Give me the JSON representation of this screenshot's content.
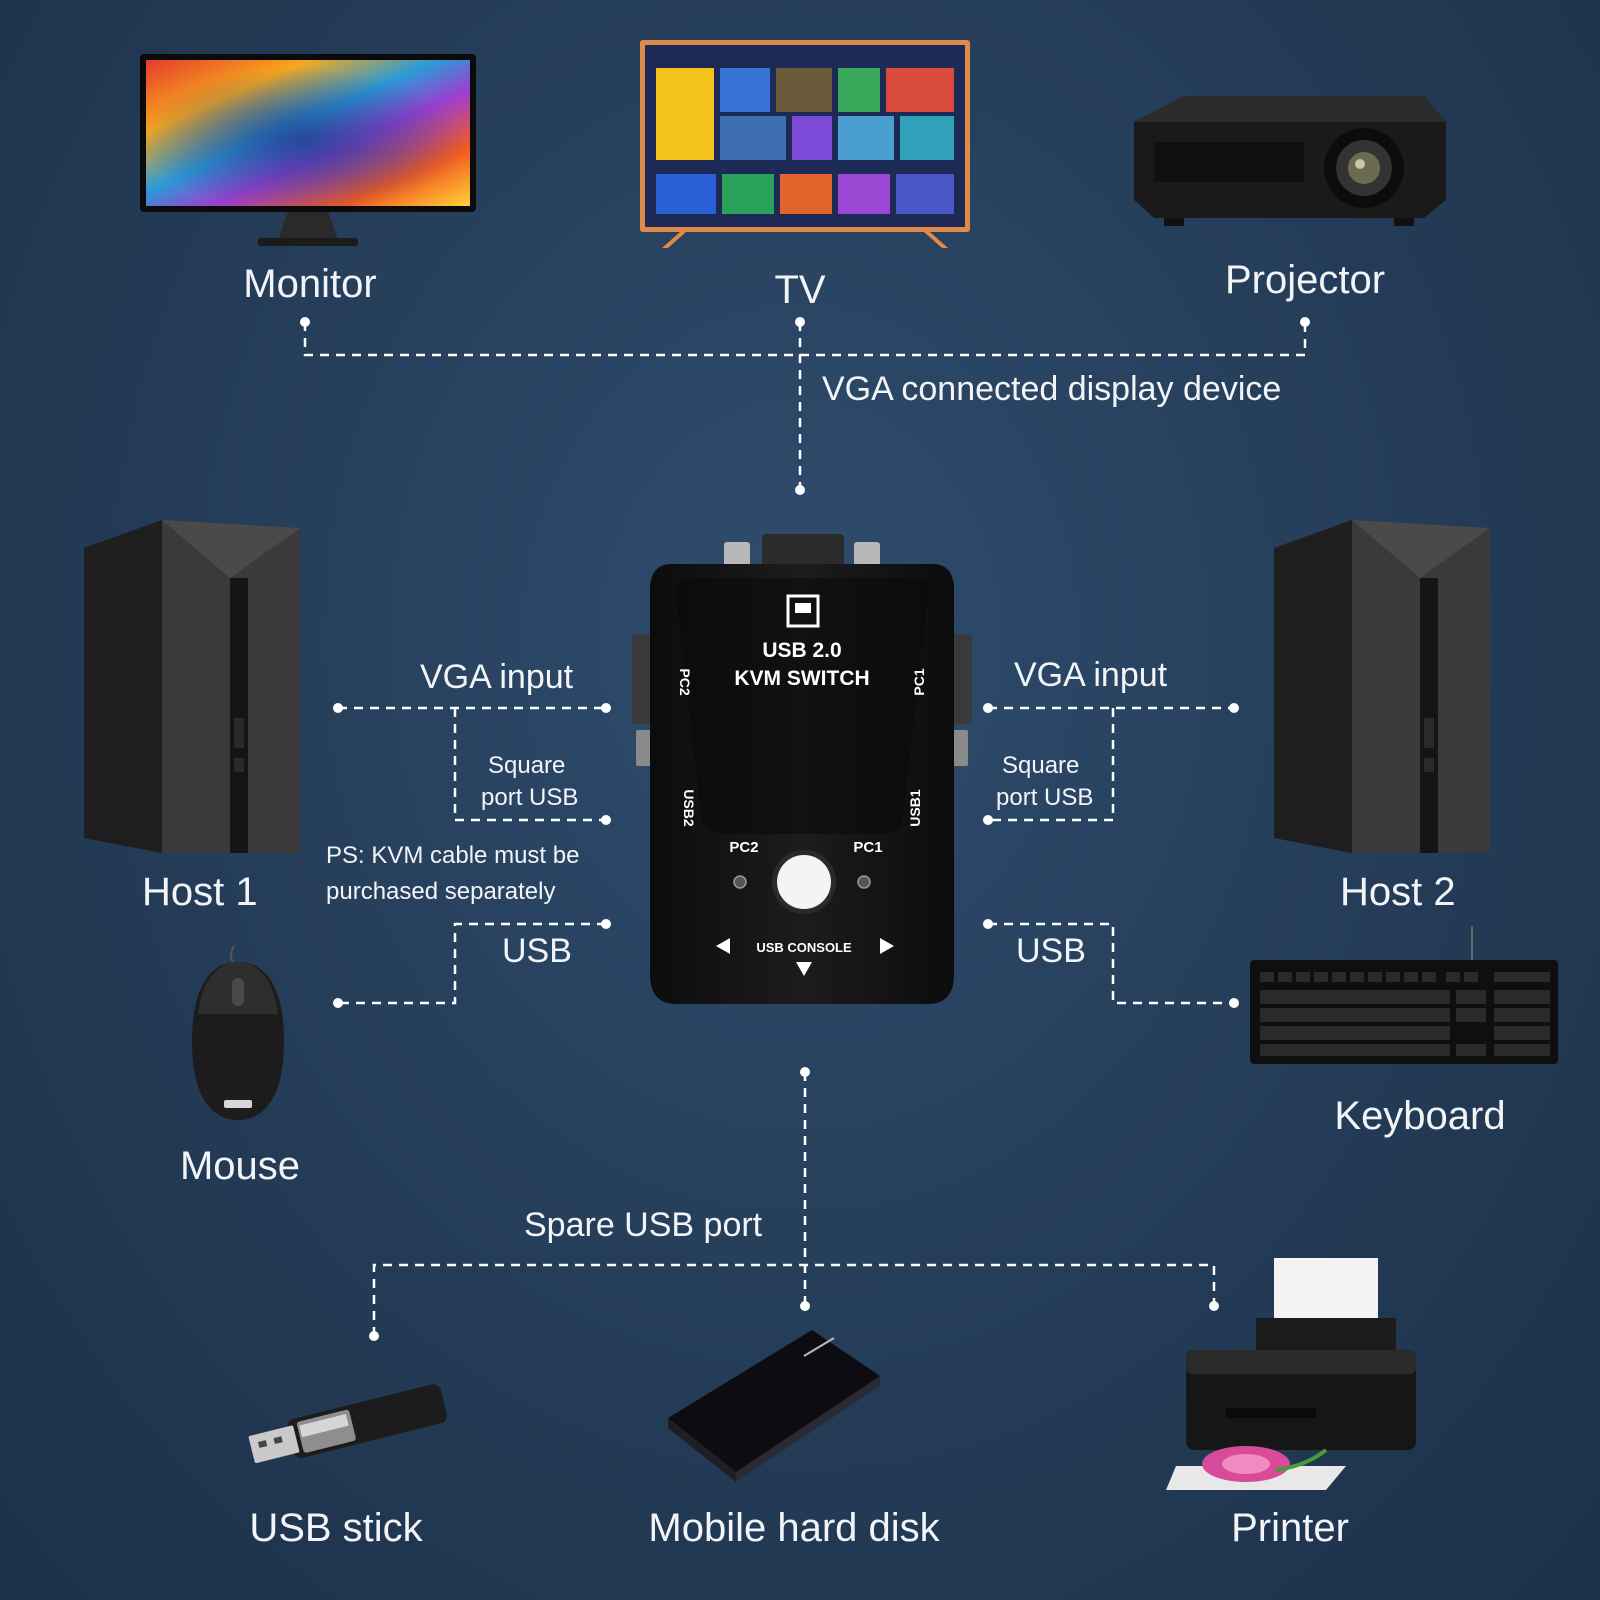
{
  "devices": {
    "monitor": "Monitor",
    "tv": "TV",
    "projector": "Projector",
    "host1": "Host 1",
    "host2": "Host 2",
    "mouse": "Mouse",
    "keyboard": "Keyboard",
    "usb_stick": "USB stick",
    "hard_disk": "Mobile hard disk",
    "printer": "Printer"
  },
  "connections": {
    "display": "VGA connected display device",
    "vga_left": "VGA input",
    "vga_right": "VGA input",
    "square_left_1": "Square",
    "square_left_2": "port USB",
    "square_right_1": "Square",
    "square_right_2": "port USB",
    "usb_left": "USB",
    "usb_right": "USB",
    "spare": "Spare USB port"
  },
  "note": {
    "line1": "PS: KVM cable must be",
    "line2": "purchased separately"
  },
  "kvm": {
    "title1": "USB 2.0",
    "title2": "KVM SWITCH",
    "pc1": "PC1",
    "pc2": "PC2",
    "usb1": "USB1",
    "usb2": "USB2",
    "console": "USB CONSOLE"
  },
  "colors": {
    "background": "#263f5b",
    "line": "#ffffff",
    "device_body": "#1a1a1a"
  }
}
